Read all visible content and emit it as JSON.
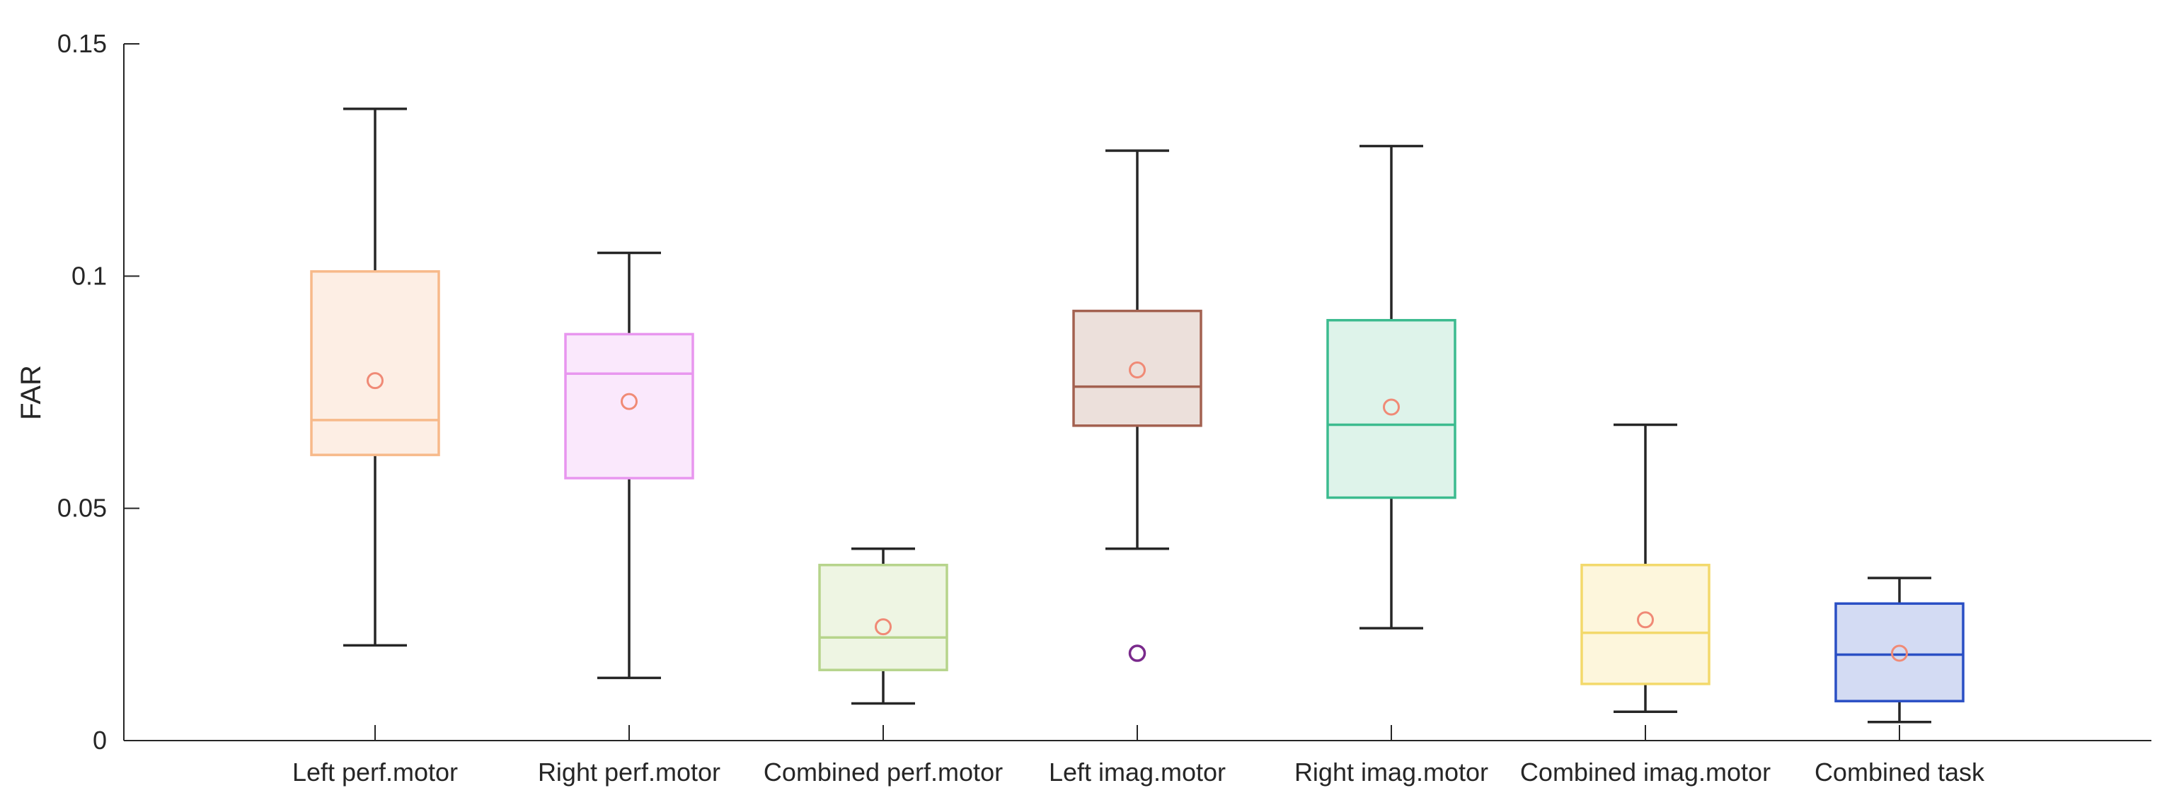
{
  "chart_data": {
    "type": "box",
    "xlabel": "",
    "ylabel": "FAR",
    "ylim": [
      0,
      0.15
    ],
    "yticks": [
      {
        "value": 0,
        "label": "0"
      },
      {
        "value": 0.05,
        "label": "0.05"
      },
      {
        "value": 0.1,
        "label": "0.1"
      },
      {
        "value": 0.15,
        "label": "0.15"
      }
    ],
    "grid": false,
    "legend": "none",
    "categories": [
      "Left perf.motor",
      "Right perf.motor",
      "Combined perf.motor",
      "Left imag.motor",
      "Right imag.motor",
      "Combined imag.motor",
      "Combined task"
    ],
    "boxes": [
      {
        "min": 0.0205,
        "q1": 0.0615,
        "median": 0.069,
        "q3": 0.101,
        "max": 0.136,
        "mean": 0.0775,
        "outliers": [],
        "edge_color": "#f7b98a",
        "fill_color": "#fdeee4"
      },
      {
        "min": 0.0135,
        "q1": 0.0565,
        "median": 0.079,
        "q3": 0.0875,
        "max": 0.105,
        "mean": 0.073,
        "outliers": [],
        "edge_color": "#e896ef",
        "fill_color": "#fae8fc"
      },
      {
        "min": 0.008,
        "q1": 0.0152,
        "median": 0.0222,
        "q3": 0.0378,
        "max": 0.0413,
        "mean": 0.0245,
        "outliers": [],
        "edge_color": "#b6d48b",
        "fill_color": "#eef5e3"
      },
      {
        "min": 0.0413,
        "q1": 0.0678,
        "median": 0.0762,
        "q3": 0.0925,
        "max": 0.127,
        "mean": 0.0798,
        "outliers": [
          0.0188
        ],
        "edge_color": "#a36150",
        "fill_color": "#ece0db"
      },
      {
        "min": 0.0242,
        "q1": 0.0523,
        "median": 0.068,
        "q3": 0.0905,
        "max": 0.128,
        "mean": 0.0718,
        "outliers": [],
        "edge_color": "#3cbb8f",
        "fill_color": "#def3ea"
      },
      {
        "min": 0.0062,
        "q1": 0.0122,
        "median": 0.0232,
        "q3": 0.0378,
        "max": 0.068,
        "mean": 0.026,
        "outliers": [],
        "edge_color": "#f3d96b",
        "fill_color": "#fdf6dc"
      },
      {
        "min": 0.004,
        "q1": 0.0085,
        "median": 0.0185,
        "q3": 0.0295,
        "max": 0.035,
        "mean": 0.0188,
        "outliers": [],
        "edge_color": "#2a4fc4",
        "fill_color": "#d3dbf3"
      }
    ],
    "mean_marker_color": "#f08a76",
    "outlier_color": "#7a2a8c",
    "whisker_color": "#262626"
  }
}
